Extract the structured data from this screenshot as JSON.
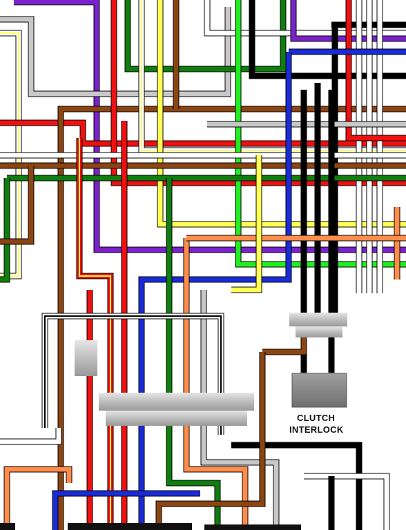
{
  "labels": {
    "clutch_interlock_line1": "CLUTCH",
    "clutch_interlock_line2": "INTERLOCK"
  },
  "wire_colors": {
    "red": "#ee1111",
    "black": "#000000",
    "brown": "#8b4513",
    "dark_green": "#0f7d0f",
    "light_green": "#22ee22",
    "blue": "#1a2bd8",
    "purple": "#7a22cc",
    "orange": "#ff8c4a",
    "yellow": "#ffff55",
    "gray": "#c8c8c8",
    "white": "#ffffff"
  },
  "connectors": [
    "wiring-loom-connector",
    "clutch-interlock-connector",
    "clutch-interlock-switch",
    "left-bullet-connector"
  ]
}
